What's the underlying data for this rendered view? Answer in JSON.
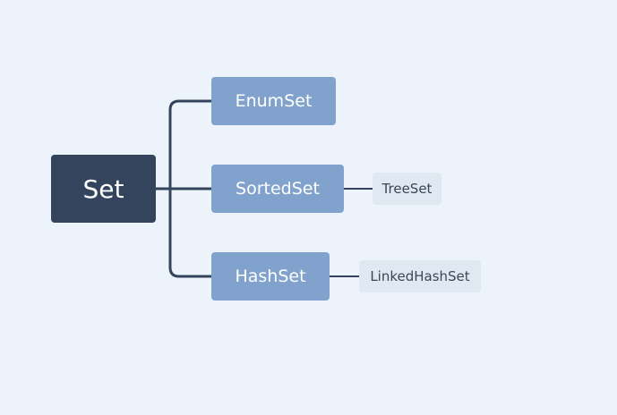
{
  "diagram": {
    "root": {
      "label": "Set"
    },
    "children": [
      {
        "label": "EnumSet"
      },
      {
        "label": "SortedSet",
        "child": {
          "label": "TreeSet"
        }
      },
      {
        "label": "HashSet",
        "child": {
          "label": "LinkedHashSet"
        }
      }
    ]
  },
  "colors": {
    "background": "#edf3fa",
    "root_fill": "#33445c",
    "branch_fill": "#81a2cc",
    "leaf_fill": "#e0e8f1",
    "connector": "#33445c"
  }
}
